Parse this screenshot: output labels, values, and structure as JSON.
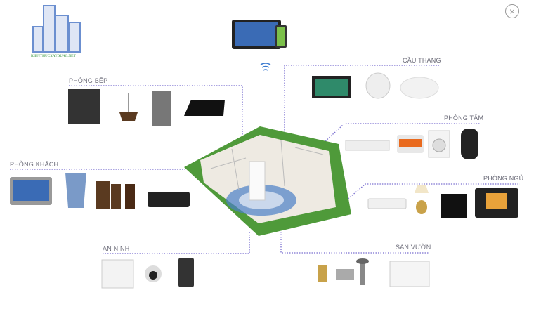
{
  "logo": {
    "text": "KIENTHUCXAYDUNG.NET"
  },
  "close_button": {
    "icon": "close-icon",
    "glyph": "×"
  },
  "rooms": {
    "kitchen": "PHÒNG BẾP",
    "stairs": "CẦU THANG",
    "bathroom": "PHÒNG TẮM",
    "living_room": "PHÒNG KHÁCH",
    "bedroom": "PHÒNG NGỦ",
    "security": "AN NINH",
    "garden": "SÂN VƯỜN"
  },
  "colors": {
    "connector": "#7a6fd0",
    "house_green": "#4f9a3a",
    "logo_blue": "#6b8fd0"
  }
}
